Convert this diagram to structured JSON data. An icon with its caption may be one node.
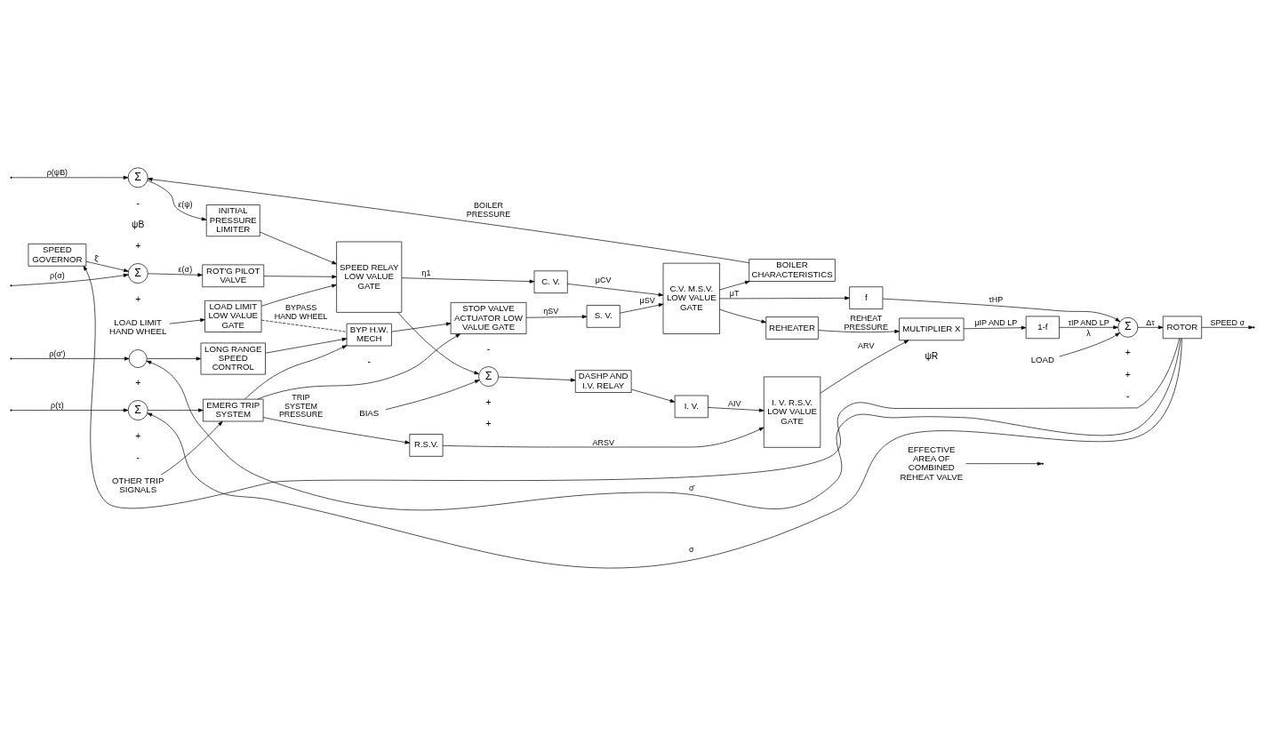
{
  "diagram": {
    "nodes": [
      {
        "text": [
          "BOILER CHARACTERISTICS"
        ]
      },
      {
        "text": [
          "Σ"
        ]
      },
      {
        "text": [
          "INITIAL PRESSURE LIMITER"
        ]
      },
      {
        "text": [
          "Σ"
        ]
      },
      {
        "text": [
          "ROT'G PILOT VALVE"
        ]
      },
      {
        "text": [
          "LOAD LIMIT LOW VALUE GATE"
        ]
      },
      {
        "text": [
          "SPEED RELAY LOW VALUE GATE"
        ]
      },
      {
        "text": [
          "SPEED GOVERNOR"
        ]
      },
      {
        "text": [
          "C. V."
        ]
      },
      {
        "text": [
          "Σ"
        ]
      },
      {
        "text": [
          "S. V."
        ]
      },
      {
        "text": [
          "C.V. M.S.V. LOW VALUE GATE"
        ]
      },
      {
        "text": [
          "DASHP AND I.V. RELAY"
        ]
      },
      {
        "text": [],
        "shape": "circle"
      },
      {
        "text": [
          "LONG RANGE SPEED CONTROL"
        ]
      },
      {
        "text": [
          "BYP H.W. MECH"
        ]
      },
      {
        "text": [
          "STOP VALVE ACTUATOR LOW VALUE GATE"
        ]
      },
      {
        "text": [
          "I. V."
        ]
      },
      {
        "text": [
          "Σ"
        ]
      },
      {
        "text": [
          "EMERG TRIP SYSTEM"
        ]
      },
      {
        "text": [
          "R.S.V."
        ]
      },
      {
        "text": [
          "I. V. R.S.V. LOW VALUE GATE"
        ]
      },
      {
        "text": [
          "f"
        ]
      },
      {
        "text": [
          "Σ"
        ]
      },
      {
        "text": [
          "ROTOR"
        ]
      },
      {
        "text": [
          "REHEATER"
        ]
      },
      {
        "text": [
          "1-f"
        ]
      },
      {
        "text": [
          "MULTIPLIER X"
        ]
      },
      {
        "text": [
          "EFFECTIVE AREA OF COMBINED REHEAT VALVE"
        ]
      },
      {
        "text": [
          "LOAD LIMIT HAND WHEEL"
        ]
      },
      {
        "text": [
          "BIAS"
        ]
      },
      {
        "text": [
          "OTHER TRIP SIGNALS"
        ]
      },
      {
        "text": [
          "LOAD"
        ]
      }
    ],
    "edges": [
      {
        "from": 0,
        "to": 1,
        "arrow": "to",
        "label": "BOILER PRESSURE"
      },
      {
        "from": null,
        "to": 1,
        "arrow": "to",
        "label": "ρ(ψB)"
      },
      {
        "from": 1,
        "to": 2,
        "arrow": "to",
        "label": "ε(ψ)"
      },
      {
        "from": 2,
        "to": 6,
        "arrow": "to"
      },
      {
        "from": null,
        "to": 3,
        "arrow": "to",
        "label": "ρ(σ)"
      },
      {
        "from": 3,
        "to": 4,
        "arrow": "to",
        "label": "ε(σ)"
      },
      {
        "from": 4,
        "to": 6,
        "arrow": "to"
      },
      {
        "from": 5,
        "to": 6,
        "arrow": "to"
      },
      {
        "from": 7,
        "to": 3,
        "arrow": "to",
        "label": "ξ̄"
      },
      {
        "from": 29,
        "to": 5,
        "arrow": "to"
      },
      {
        "from": 6,
        "to": 8,
        "arrow": "to",
        "label": "η1"
      },
      {
        "from": 6,
        "to": 9,
        "arrow": "to"
      },
      {
        "from": 30,
        "to": 9,
        "arrow": "to"
      },
      {
        "from": 8,
        "to": 11,
        "arrow": "to",
        "label": "μCV"
      },
      {
        "from": 9,
        "to": 12,
        "arrow": "to"
      },
      {
        "from": 16,
        "to": 10,
        "arrow": "to",
        "label": "ηSV"
      },
      {
        "from": 10,
        "to": 11,
        "arrow": "to",
        "label": "μSV"
      },
      {
        "from": 11,
        "to": 22,
        "arrow": "to",
        "label": "μT"
      },
      {
        "from": 11,
        "to": 0,
        "arrow": "to"
      },
      {
        "from": 11,
        "to": 25,
        "arrow": "to"
      },
      {
        "from": 12,
        "to": 17,
        "arrow": "to"
      },
      {
        "from": null,
        "to": 13,
        "arrow": "to",
        "label": "ρ(σ')"
      },
      {
        "from": 13,
        "to": 14,
        "arrow": "to"
      },
      {
        "from": 14,
        "to": 15,
        "arrow": "to"
      },
      {
        "from": 15,
        "to": 16,
        "arrow": "to"
      },
      {
        "from": 5,
        "to": 15,
        "arrow": "none",
        "style": "dashed",
        "label": "BYPASS HAND WHEEL"
      },
      {
        "from": 17,
        "to": 21,
        "arrow": "to",
        "label": "AIV"
      },
      {
        "from": null,
        "to": 18,
        "arrow": "to",
        "label": "ρ(τ)"
      },
      {
        "from": 31,
        "to": 19,
        "arrow": "to"
      },
      {
        "from": 18,
        "to": 19,
        "arrow": "to"
      },
      {
        "from": 19,
        "to": 20,
        "arrow": "to",
        "label": "TRIP SYSTEM PRESSURE"
      },
      {
        "from": 19,
        "to": 15,
        "arrow": "to"
      },
      {
        "from": 19,
        "to": 16,
        "arrow": "to"
      },
      {
        "from": 20,
        "to": 21,
        "arrow": "to",
        "label": "ARSV"
      },
      {
        "from": 21,
        "to": 27,
        "arrow": "to",
        "label": "ARV"
      },
      {
        "from": 28,
        "to": null,
        "arrow": "to"
      },
      {
        "from": 25,
        "to": 27,
        "arrow": "to",
        "label": "REHEAT PRESSURE"
      },
      {
        "from": 27,
        "to": 26,
        "arrow": "to",
        "label": "μIP AND LP"
      },
      {
        "from": 26,
        "to": 23,
        "arrow": "to",
        "label": "τIP AND LP"
      },
      {
        "from": 22,
        "to": 23,
        "arrow": "to",
        "label": "τHP"
      },
      {
        "from": 32,
        "to": 23,
        "arrow": "to",
        "label": "λ"
      },
      {
        "from": 23,
        "to": 24,
        "arrow": "to",
        "label": "Δτ"
      },
      {
        "from": 24,
        "to": null,
        "arrow": "to",
        "label": "SPEED σ"
      },
      {
        "from": 24,
        "to": 7,
        "arrow": "to"
      },
      {
        "from": 24,
        "to": 13,
        "arrow": "to",
        "label": "σ̄"
      },
      {
        "from": 24,
        "to": 18,
        "arrow": "to",
        "label": "σ"
      }
    ],
    "labels": [
      "ψB",
      "-",
      "+",
      "+",
      "+",
      "+",
      "+",
      "-",
      "-",
      "+",
      "+",
      "-",
      "+",
      "-",
      "ψR"
    ]
  }
}
